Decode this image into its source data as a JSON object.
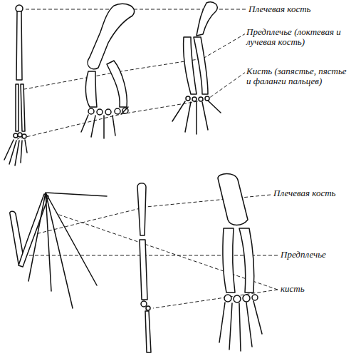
{
  "diagram": {
    "labels": [
      "Плечевая кость",
      "Предплечье (локтевая и лучевая кость)",
      "Кисть (запястье, пястье и фаланги пальцев)",
      "Плечевая кость",
      "Предплечье",
      "кисть"
    ]
  }
}
